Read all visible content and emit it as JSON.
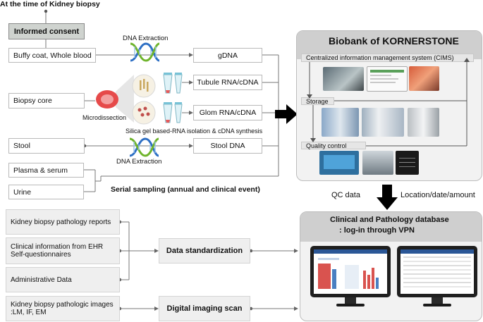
{
  "header": {
    "top_label": "At the time of Kidney biopsy"
  },
  "left": {
    "informed_consent": "Informed consent",
    "buffy_coat": "Buffy coat, Whole blood",
    "biopsy_core": "Biopsy core",
    "stool": "Stool",
    "plasma_serum": "Plasma & serum",
    "urine": "Urine",
    "pathology_reports": "Kidney biopsy pathology reports",
    "clinical_info_line1": "Clinical information from EHR",
    "clinical_info_line2": "Self-questionnaires",
    "administrative_data": "Administrative Data",
    "pathologic_images_line1": "Kidney biopsy pathologic images",
    "pathologic_images_line2": ":LM, IF, EM"
  },
  "middle": {
    "dna_extraction_top": "DNA Extraction",
    "microdissection": "Microdissection",
    "silica_gel": "Silica gel based-RNA isolation & cDNA synthesis",
    "dna_extraction_bottom": "DNA Extraction",
    "serial_sampling": "Serial sampling (annual and clinical event)",
    "gdna": "gDNA",
    "tubule": "Tubule RNA/cDNA",
    "glom": "Glom RNA/cDNA",
    "stool_dna": "Stool DNA",
    "data_standardization": "Data standardization",
    "digital_imaging": "Digital imaging scan"
  },
  "biobank": {
    "title": "Biobank of KORNERSTONE",
    "cims": "Centralized information management system (CIMS)",
    "storage": "Storage",
    "quality_control": "Quality control"
  },
  "transfer": {
    "qc_data": "QC data",
    "location": "Location/date/amount"
  },
  "database": {
    "title_line1": "Clinical and Pathology database",
    "title_line2": ": log-in through VPN"
  },
  "colors": {
    "helix_blue": "#2d6fc4",
    "helix_green": "#6fb42c",
    "arrow": "#000000",
    "panel_head": "#cfcfcf"
  }
}
